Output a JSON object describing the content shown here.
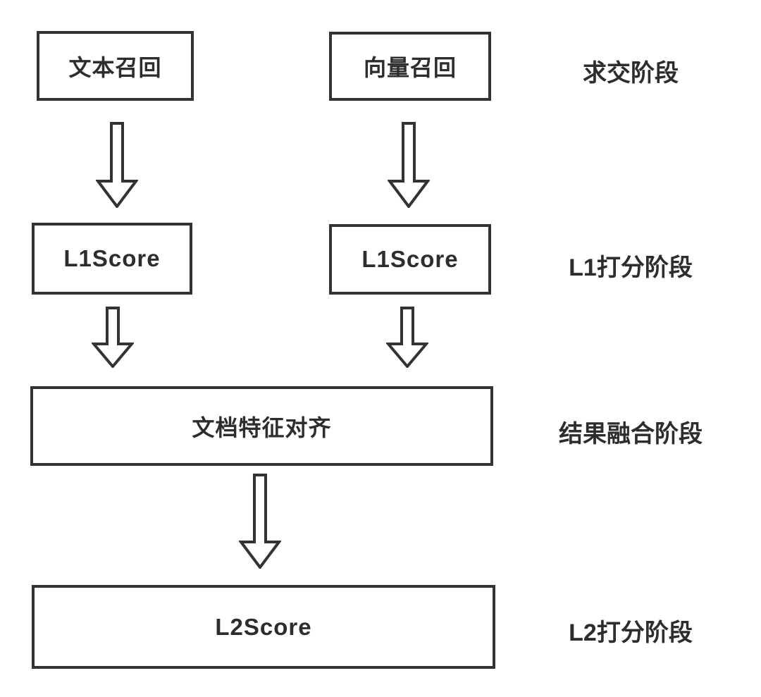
{
  "diagram": {
    "nodes": [
      {
        "id": "text-recall",
        "label": "文本召回"
      },
      {
        "id": "vector-recall",
        "label": "向量召回"
      },
      {
        "id": "l1-score-left",
        "label": "L1Score"
      },
      {
        "id": "l1-score-right",
        "label": "L1Score"
      },
      {
        "id": "doc-feature-align",
        "label": "文档特征对齐"
      },
      {
        "id": "l2-score",
        "label": "L2Score"
      }
    ],
    "stages": [
      {
        "id": "intersection",
        "label": "求交阶段"
      },
      {
        "id": "l1-scoring",
        "label": "L1打分阶段"
      },
      {
        "id": "result-fusion",
        "label": "结果融合阶段"
      },
      {
        "id": "l2-scoring",
        "label": "L2打分阶段"
      }
    ],
    "arrows": [
      {
        "icon": "down-arrow-icon",
        "from": "text-recall",
        "to": "l1-score-left"
      },
      {
        "icon": "down-arrow-icon",
        "from": "vector-recall",
        "to": "l1-score-right"
      },
      {
        "icon": "down-arrow-icon",
        "from": "l1-score-left",
        "to": "doc-feature-align"
      },
      {
        "icon": "down-arrow-icon",
        "from": "l1-score-right",
        "to": "doc-feature-align"
      },
      {
        "icon": "down-arrow-icon",
        "from": "doc-feature-align",
        "to": "l2-score"
      }
    ],
    "colors": {
      "border": "#333333",
      "text": "#2d2d2d",
      "background": "#ffffff",
      "arrow_fill": "#ffffff"
    }
  }
}
